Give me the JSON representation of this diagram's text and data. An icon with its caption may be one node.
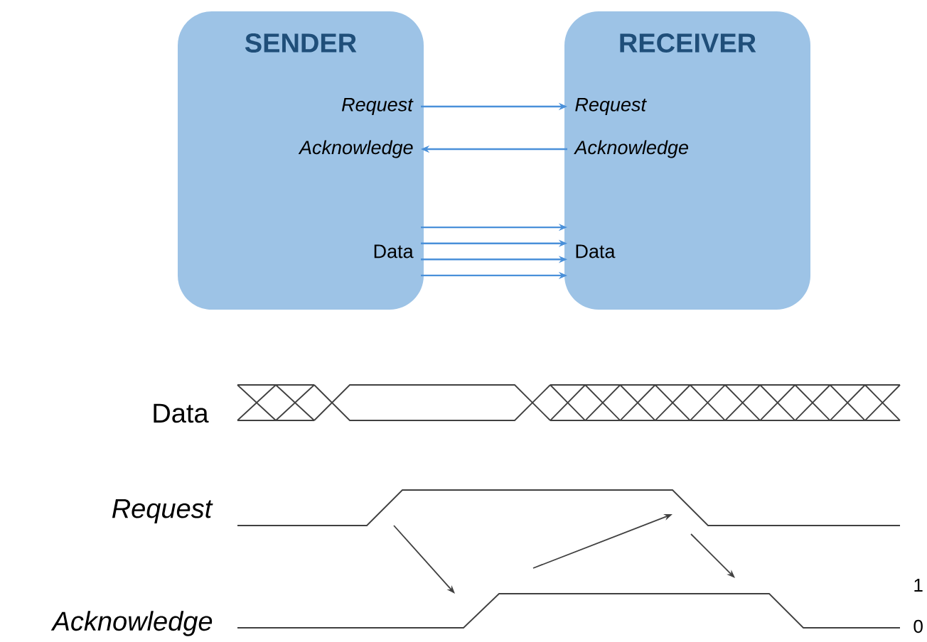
{
  "diagram": {
    "nodes": [
      {
        "text": [
          "SENDER"
        ]
      },
      {
        "text": [
          "RECEIVER"
        ]
      },
      {
        "text": [
          "*Request*"
        ],
        "in": 0
      },
      {
        "text": [
          "*Acknowledge*"
        ],
        "in": 0
      },
      {
        "text": [
          "Data"
        ],
        "in": 0
      },
      {
        "text": [
          "*Request*"
        ],
        "in": 1
      },
      {
        "text": [
          "*Acknowledge*"
        ],
        "in": 1
      },
      {
        "text": [
          "Data"
        ],
        "in": 1
      }
    ],
    "edges": [
      {
        "from": 2,
        "to": 5,
        "arrow": "to"
      },
      {
        "from": 6,
        "to": 3,
        "arrow": "to"
      },
      {
        "from": 4,
        "to": 7,
        "arrow": "to"
      },
      {
        "from": 4,
        "to": 7,
        "arrow": "to"
      },
      {
        "from": 4,
        "to": 7,
        "arrow": "to"
      },
      {
        "from": 4,
        "to": 7,
        "arrow": "to"
      }
    ],
    "labels": [
      "Data",
      "*Request*",
      "1",
      "*Acknowledge*",
      "0"
    ]
  }
}
